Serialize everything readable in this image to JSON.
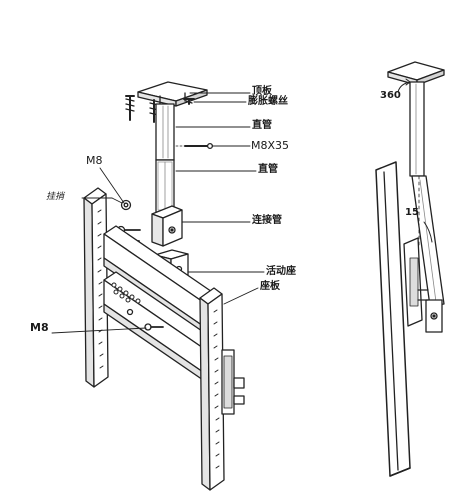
{
  "labels": {
    "top_plate": "顶板",
    "expansion_screw": "膨胀螺丝",
    "tube_upper": "直管",
    "bolt_size": "M8X35",
    "tube_lower": "直管",
    "connector_tube": "连接管",
    "movable_seat": "活动座",
    "seat_plate": "座板",
    "hook": "挂捎",
    "m8_upper": "M8",
    "m8_lower": "M8",
    "angle_360": "360",
    "angle_15": "15"
  }
}
